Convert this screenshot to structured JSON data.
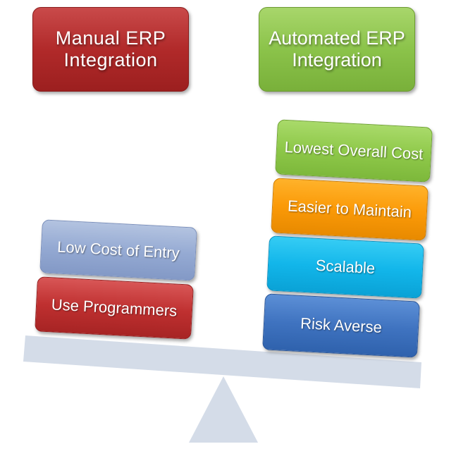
{
  "headers": {
    "manual": "Manual ERP Integration",
    "automated": "Automated ERP Integration"
  },
  "left_stack": {
    "top": "Low Cost of Entry",
    "bottom": "Use Programmers"
  },
  "right_stack": {
    "first": "Lowest Overall Cost",
    "second": "Easier to Maintain",
    "third": "Scalable",
    "fourth": "Risk Averse"
  },
  "colors": {
    "manual": "#b12a2a",
    "automated": "#8bc34a",
    "low_cost": "#95aad3",
    "use_programmers": "#bf3030",
    "lowest_overall": "#8fc94a",
    "easier": "#fb9a08",
    "scalable": "#12b6ea",
    "risk_averse": "#3f73c0",
    "scale": "#d4dce8"
  }
}
